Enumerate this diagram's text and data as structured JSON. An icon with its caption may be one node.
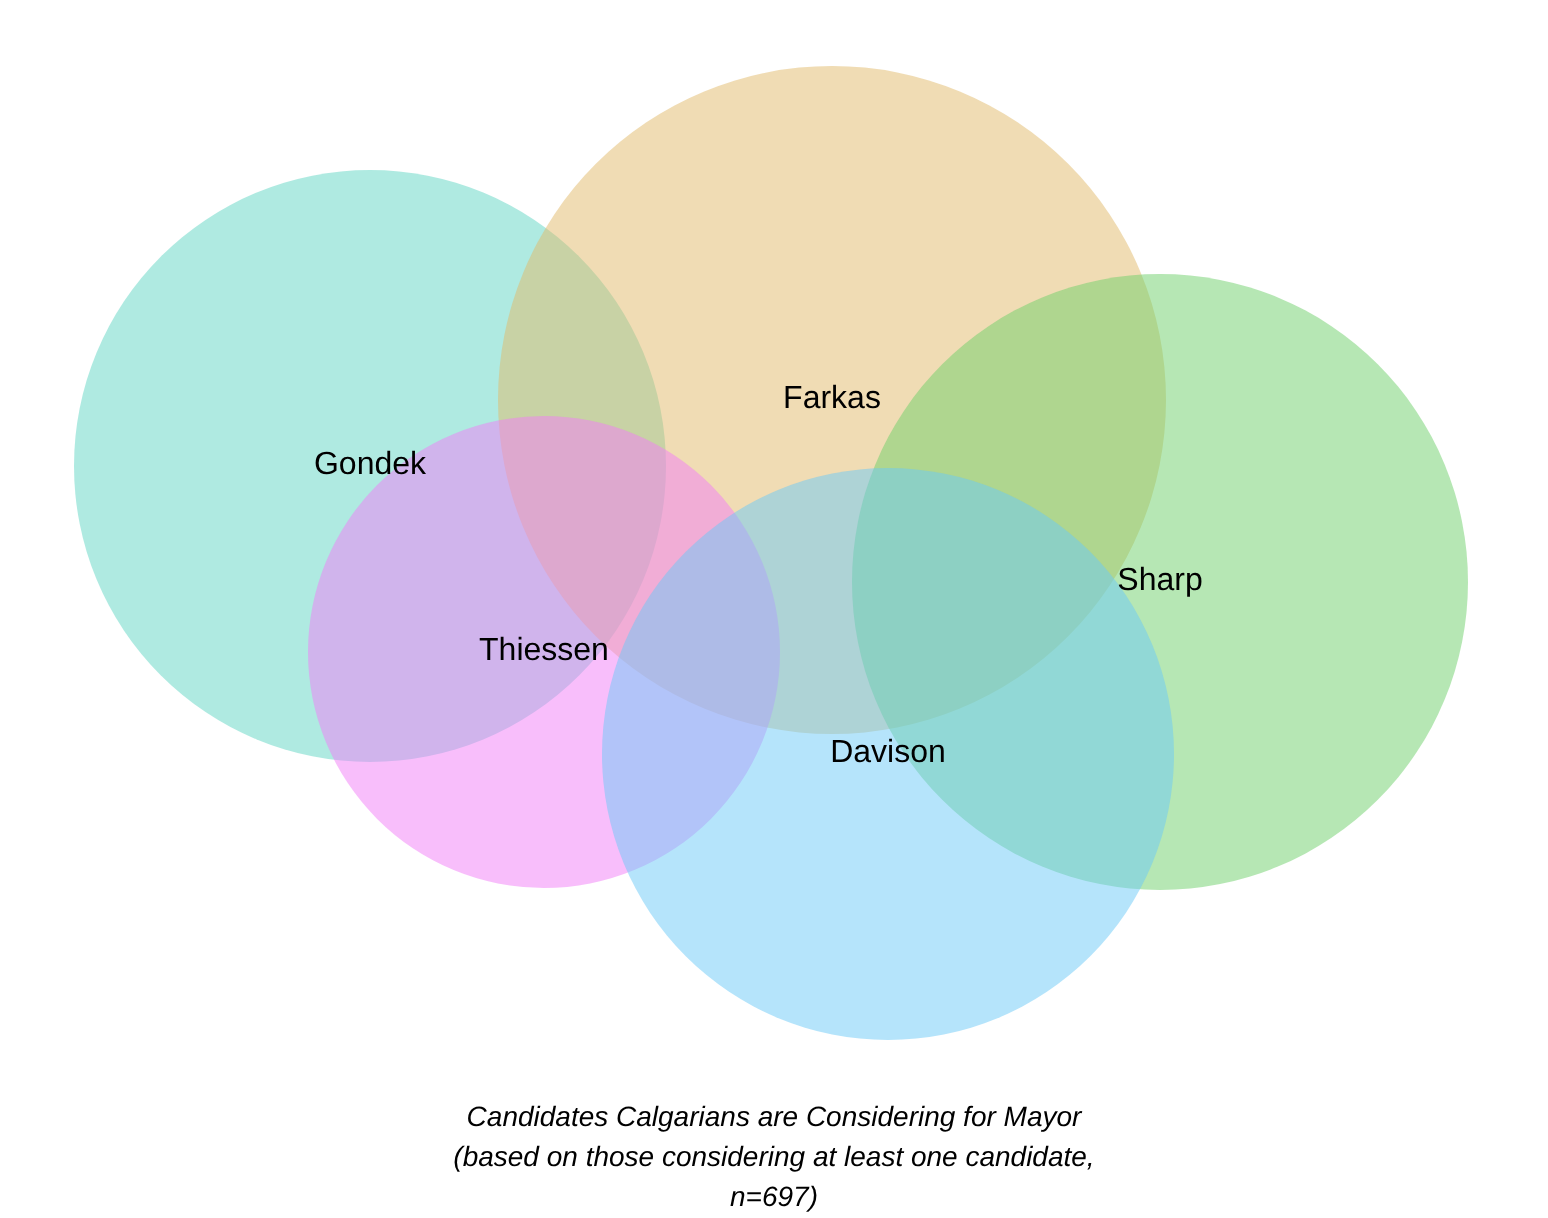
{
  "diagram": {
    "caption": "Candidates Calgarians are Considering for Mayor (based on those considering at least one candidate, n=697)",
    "nodes": [
      {
        "text": [
          "Gondek"
        ]
      },
      {
        "text": [
          "Farkas"
        ]
      },
      {
        "text": [
          "Sharp"
        ]
      },
      {
        "text": [
          "Thiessen"
        ]
      },
      {
        "text": [
          "Davison"
        ]
      }
    ],
    "edges": []
  }
}
